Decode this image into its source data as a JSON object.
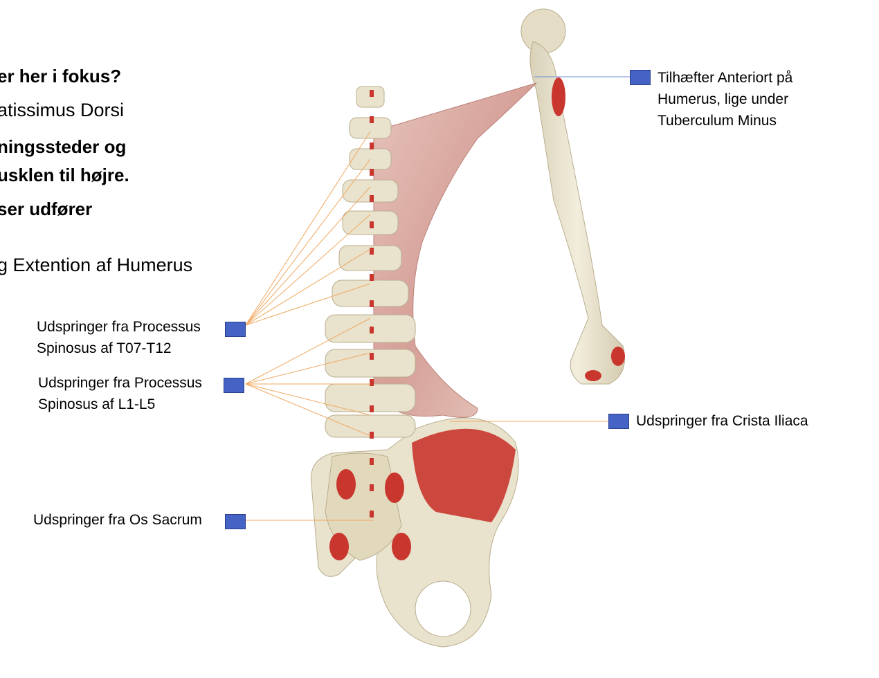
{
  "heading_lines": [
    {
      "text": "er her i fokus?",
      "bold": true
    },
    {
      "text": "atissimus Dorsi",
      "bold": false
    },
    {
      "text": "ningssteder og",
      "bold": true
    },
    {
      "text": "usklen til højre.",
      "bold": true
    },
    {
      "text": "ser udfører",
      "bold": true
    },
    {
      "text": "g Extention af Humerus",
      "bold": false
    }
  ],
  "labels": {
    "insertion": [
      "Tilhæfter Anteriort på",
      "Humerus, lige under",
      "Tuberculum Minus"
    ],
    "thoracic": [
      "Udspringer fra Processus",
      "Spinosus af T07-T12"
    ],
    "lumbar": [
      "Udspringer fra Processus",
      "Spinosus af L1-L5"
    ],
    "iliac": [
      "Udspringer fra Crista Iliaca"
    ],
    "sacrum": [
      "Udspringer fra Os Sacrum"
    ]
  },
  "colors": {
    "marker": "#4463c4",
    "leader_orange": "#f0a860",
    "leader_blue": "#6f8fd8",
    "muscle": "#c9857f",
    "bone": "#e9e2cc",
    "attachment_red": "#c9362e"
  }
}
